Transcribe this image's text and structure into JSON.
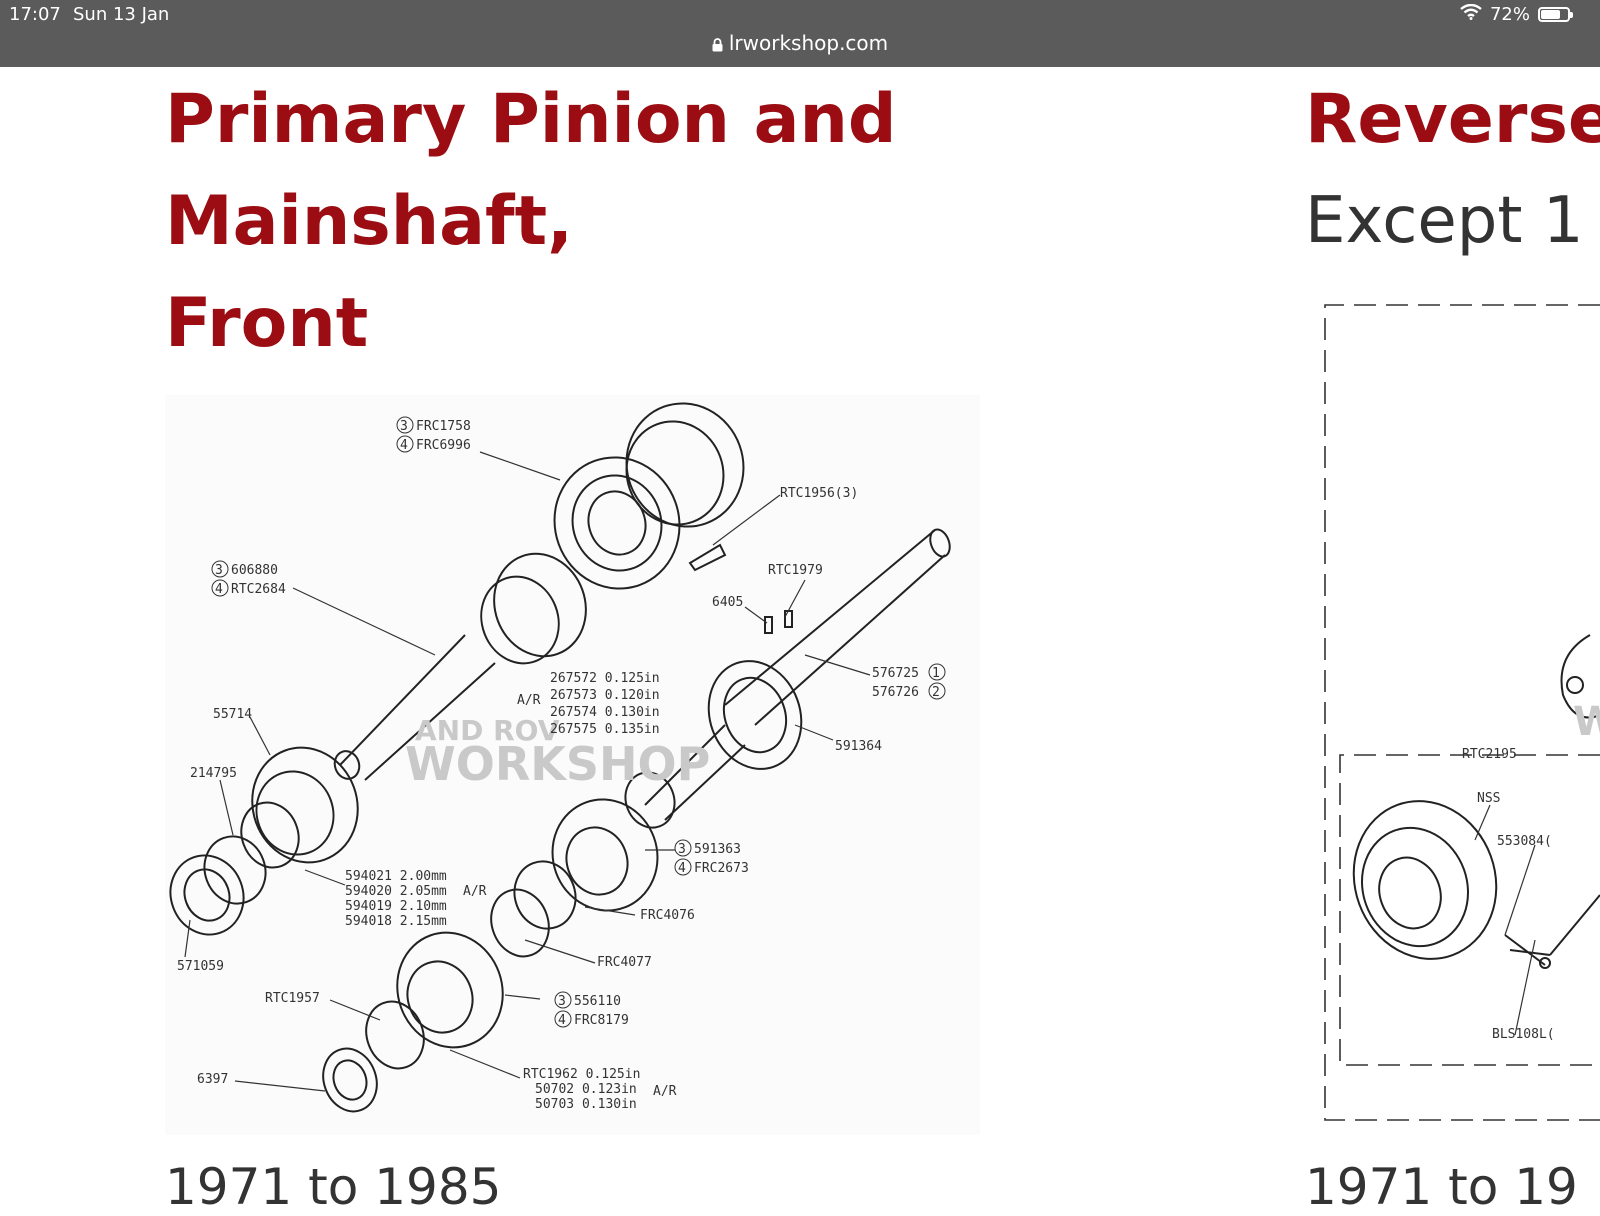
{
  "status_bar": {
    "time": "17:07",
    "date": "Sun 13 Jan",
    "battery": "72%",
    "battery_level": 0.72
  },
  "browser": {
    "url": "lrworkshop.com"
  },
  "left_section": {
    "title_line1": "Primary Pinion and Mainshaft,",
    "title_line2": "Front",
    "subtitle": "Except 109in V8",
    "caption": "1971 to 1985",
    "diagram": {
      "watermark_line1": "AND ROV",
      "watermark_line2": "WORKSHOP",
      "labels": {
        "l1a": "FRC1758",
        "l1b": "FRC6996",
        "l2": "RTC1956(3)",
        "l3a": "606880",
        "l3b": "RTC2684",
        "l4": "RTC1979",
        "l5": "6405",
        "l6a": "576725",
        "l6b": "576726",
        "l7a": "267572 0.125in",
        "l7b": "267573 0.120in",
        "l7c": "267574 0.130in",
        "l7d": "267575 0.135in",
        "l7ar": "A/R",
        "l8": "55714",
        "l9": "591364",
        "l10": "214795",
        "l11a": "591363",
        "l11b": "FRC2673",
        "l12a": "594021 2.00mm",
        "l12b": "594020 2.05mm",
        "l12c": "594019 2.10mm",
        "l12d": "594018 2.15mm",
        "l12ar": "A/R",
        "l13": "FRC4076",
        "l14": "571059",
        "l15": "FRC4077",
        "l16": "RTC1957",
        "l17a": "556110",
        "l17b": "FRC8179",
        "l18": "6397",
        "l19a": "RTC1962 0.125in",
        "l19b": "50702 0.123in",
        "l19c": "50703 0.130in",
        "l19ar": "A/R",
        "n3": "3",
        "n4": "4",
        "n1": "1",
        "n2": "2"
      }
    }
  },
  "right_section": {
    "title": "Reverse",
    "subtitle": "Except 1",
    "caption": "1971 to 19",
    "diagram": {
      "labels": {
        "r1": "RTC2195",
        "r2": "NSS",
        "r3": "553084(",
        "r4": "BLS108L(",
        "r5": "W"
      }
    }
  }
}
